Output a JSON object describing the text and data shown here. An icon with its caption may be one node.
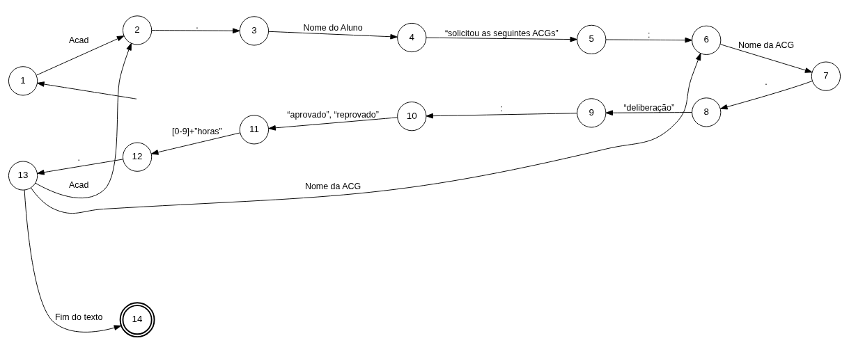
{
  "diagram": {
    "nodes": [
      {
        "text": [
          "1"
        ]
      },
      {
        "text": [
          "2"
        ]
      },
      {
        "text": [
          "3"
        ]
      },
      {
        "text": [
          "4"
        ]
      },
      {
        "text": [
          "5"
        ]
      },
      {
        "text": [
          "6"
        ]
      },
      {
        "text": [
          "7"
        ]
      },
      {
        "text": [
          "8"
        ]
      },
      {
        "text": [
          "9"
        ]
      },
      {
        "text": [
          "10"
        ]
      },
      {
        "text": [
          "11"
        ]
      },
      {
        "text": [
          "12"
        ]
      },
      {
        "text": [
          "13"
        ]
      },
      {
        "text": [
          "14"
        ]
      }
    ],
    "edges": [
      {
        "from": null,
        "to": 0,
        "arrow": "to"
      },
      {
        "from": 0,
        "to": 1,
        "arrow": "to",
        "label": "Acad"
      },
      {
        "from": 1,
        "to": 2,
        "arrow": "to",
        "label": "."
      },
      {
        "from": 2,
        "to": 3,
        "arrow": "to",
        "label": "Nome do Aluno"
      },
      {
        "from": 3,
        "to": 4,
        "arrow": "to",
        "label": "“solicitou as seguintes ACGs”"
      },
      {
        "from": 4,
        "to": 5,
        "arrow": "to",
        "label": ":"
      },
      {
        "from": 5,
        "to": 6,
        "arrow": "to",
        "label": "Nome da ACG"
      },
      {
        "from": 6,
        "to": 7,
        "arrow": "to",
        "label": "."
      },
      {
        "from": 7,
        "to": 8,
        "arrow": "to",
        "label": "“deliberação”"
      },
      {
        "from": 8,
        "to": 9,
        "arrow": "to",
        "label": ":"
      },
      {
        "from": 9,
        "to": 10,
        "arrow": "to",
        "label": "“aprovado”, “reprovado”"
      },
      {
        "from": 10,
        "to": 11,
        "arrow": "to",
        "label": "[0-9]+”horas”"
      },
      {
        "from": 11,
        "to": 12,
        "arrow": "to",
        "label": "."
      },
      {
        "from": 12,
        "to": 13,
        "arrow": "to",
        "label": "Fim do texto"
      },
      {
        "from": 12,
        "to": 1,
        "arrow": "to",
        "label": "Acad"
      },
      {
        "from": 12,
        "to": 5,
        "arrow": "to",
        "label": "Nome da ACG"
      }
    ]
  }
}
